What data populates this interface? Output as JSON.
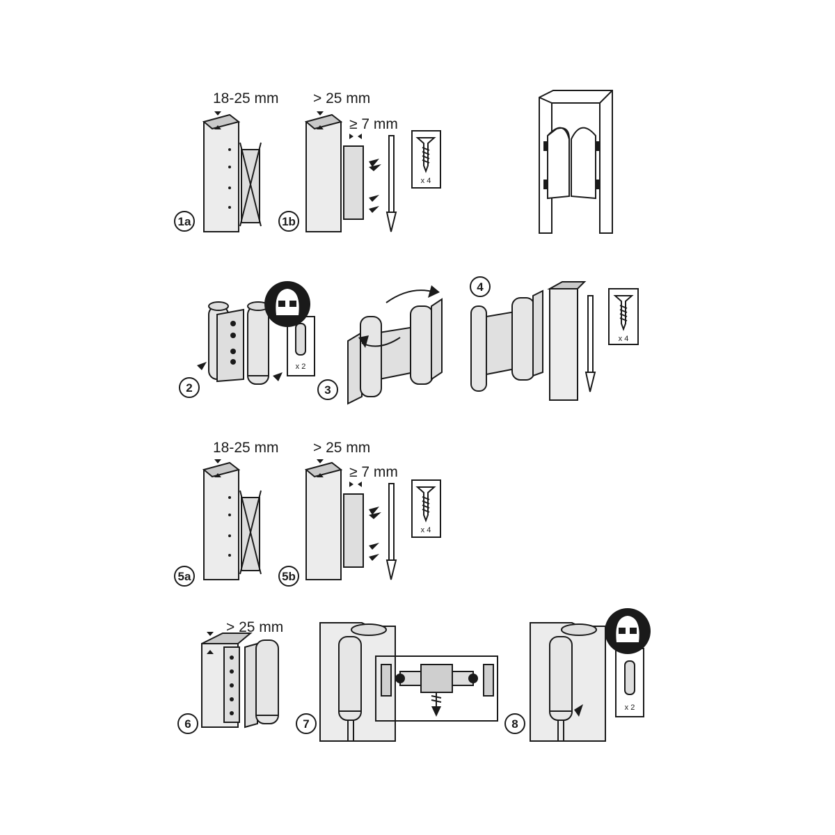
{
  "steps": {
    "s1a": "1a",
    "s1b": "1b",
    "s2": "2",
    "s3": "3",
    "s4": "4",
    "s5a": "5a",
    "s5b": "5b",
    "s6": "6",
    "s7": "7",
    "s8": "8"
  },
  "dimensions": {
    "d1a": "18-25 mm",
    "d1b": "> 25 mm",
    "d1b_gap": "≥ 7 mm",
    "d5a": "18-25 mm",
    "d5b": "> 25 mm",
    "d5b_gap": "≥ 7 mm",
    "d6": "> 25 mm"
  },
  "parts": {
    "screws_1b": "x 4",
    "pins_2": "x 2",
    "screws_4": "x 4",
    "screws_5b": "x 4",
    "pins_8": "x 2"
  }
}
